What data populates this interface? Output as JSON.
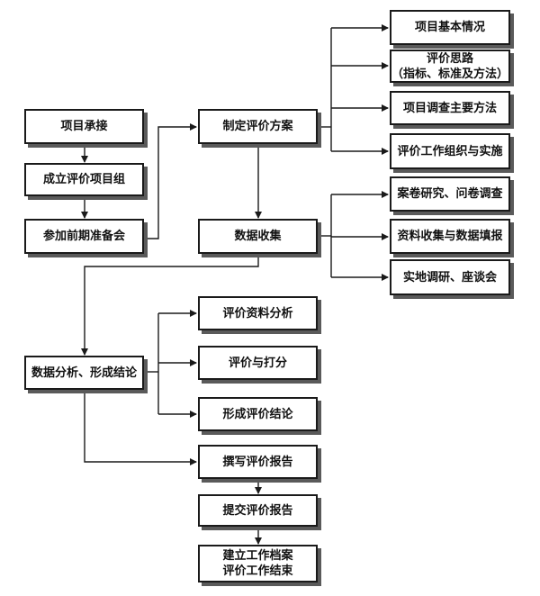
{
  "colors": {
    "line": "#1a1a1a",
    "box_border": "#1a1a1a",
    "box_shadow": "#5a5a5a",
    "text": "#111111"
  },
  "steps": {
    "accept": "项目承接",
    "form_group": "成立评价项目组",
    "prep_meeting": "参加前期准备会",
    "plan": "制定评价方案",
    "basic_info": "项目基本情况",
    "approach_l1": "评价思路",
    "approach_l2": "（指标、标准及方法）",
    "survey_methods": "项目调查主要方法",
    "org_impl": "评价工作组织与实施",
    "data_collect": "数据收集",
    "case_study": "案卷研究、问卷调查",
    "doc_collect": "资料收集与数据填报",
    "field_visit": "实地调研、座谈会",
    "analysis": "数据分析、形成结论",
    "doc_analysis": "评价资料分析",
    "scoring": "评价与打分",
    "conclusion": "形成评价结论",
    "write_report": "撰写评价报告",
    "submit_report": "提交评价报告",
    "archive_l1": "建立工作档案",
    "archive_l2": "评价工作结束"
  }
}
